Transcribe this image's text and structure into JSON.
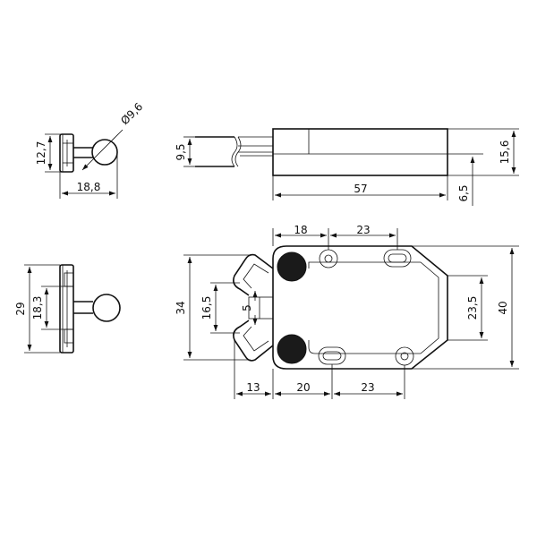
{
  "dimensions": {
    "small_top_height": "12,7",
    "ball_diameter": "Ø9,6",
    "small_top_width": "18,8",
    "side_slot": "9,5",
    "side_length": "57",
    "side_height": "15,6",
    "side_offset": "6,5",
    "left_full_height": "29",
    "left_inner_height": "18,3",
    "top_left": "18",
    "top_spacing": "23",
    "height_34": "34",
    "height_16_5": "16,5",
    "jaw_gap": "5",
    "height_23_5": "23,5",
    "height_40": "40",
    "bottom_13": "13",
    "bottom_20": "20",
    "bottom_spacing": "23"
  },
  "colors": {
    "line": "#111111",
    "fill": "#1a1a1a",
    "background": "#ffffff"
  }
}
